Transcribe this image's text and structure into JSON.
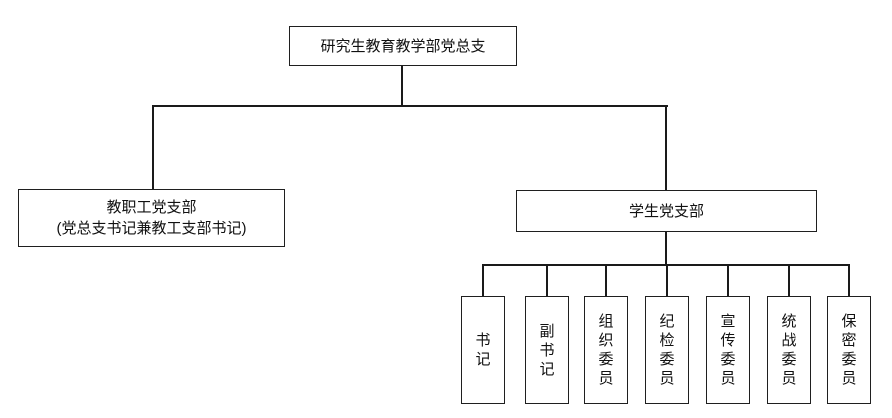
{
  "org_chart": {
    "root": "研究生教育教学部党总支",
    "faculty_branch": {
      "line1": "教职工党支部",
      "line2": "(党总支书记兼教工支部书记)"
    },
    "student_branch": "学生党支部",
    "student_roles": [
      "书记",
      "副书记",
      "组织委员",
      "纪检委员",
      "宣传委员",
      "统战委员",
      "保密委员"
    ],
    "colors": {
      "line": "#1a1a1a",
      "border": "#1f1f1f",
      "background": "#ffffff",
      "text": "#111111"
    }
  }
}
